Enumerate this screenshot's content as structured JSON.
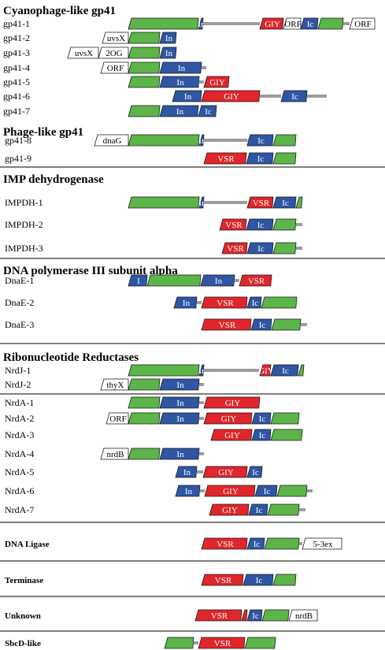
{
  "colors": {
    "green": "#5cb548",
    "blue": "#2e56a4",
    "red": "#e0262b",
    "linker": "#9c9c9c",
    "white": "#ffffff",
    "divider": "#000000"
  },
  "sections": [
    {
      "heading": "Cyanophage-like gp41",
      "rows": [
        {
          "label": "gp41-1",
          "segs": [
            [
              "G",
              ""
            ],
            [
              "B",
              "In"
            ],
            [
              "L",
              ""
            ],
            [
              "R",
              "GIY"
            ],
            [
              "W",
              "ORF"
            ],
            [
              "B",
              "Ic"
            ],
            [
              "G",
              ""
            ],
            [
              "L",
              ""
            ],
            [
              "W",
              "ORF"
            ]
          ]
        },
        {
          "label": "gp41-2",
          "segs": [
            [
              "W",
              "uvsX"
            ],
            [
              "G",
              ""
            ],
            [
              "B",
              "In"
            ]
          ]
        },
        {
          "label": "gp41-3",
          "segs": [
            [
              "W",
              "uvsX"
            ],
            [
              "W",
              "2OG"
            ],
            [
              "G",
              ""
            ],
            [
              "B",
              "In"
            ]
          ]
        },
        {
          "label": "gp41-4",
          "segs": [
            [
              "W",
              "ORF"
            ],
            [
              "G",
              ""
            ],
            [
              "B",
              "In"
            ],
            [
              "L",
              ""
            ]
          ]
        },
        {
          "label": "gp41-5",
          "segs": [
            [
              "G",
              ""
            ],
            [
              "B",
              "In"
            ],
            [
              "L",
              ""
            ],
            [
              "R",
              "GIY"
            ]
          ]
        },
        {
          "label": "gp41-6",
          "segs": [
            [
              "B",
              "In"
            ],
            [
              "R",
              "GIY"
            ],
            [
              "L",
              ""
            ],
            [
              "B",
              "Ic"
            ],
            [
              "L",
              ""
            ]
          ]
        },
        {
          "label": "gp41-7",
          "segs": [
            [
              "G",
              ""
            ],
            [
              "B",
              "In"
            ],
            [
              "B",
              "Ic"
            ]
          ]
        }
      ]
    },
    {
      "heading": "Phage-like gp41",
      "rows": [
        {
          "label": "gp41-8",
          "segs": [
            [
              "W",
              "dnaG"
            ],
            [
              "G",
              ""
            ],
            [
              "B",
              "In"
            ],
            [
              "L",
              ""
            ],
            [
              "R",
              "VSR"
            ],
            [
              "B",
              "Ic"
            ],
            [
              "G",
              ""
            ],
            [
              "L",
              ""
            ]
          ]
        },
        {
          "label": "gp41-9",
          "segs": [
            [
              "R",
              "VSR"
            ],
            [
              "B",
              "Ic"
            ],
            [
              "G",
              ""
            ]
          ]
        }
      ]
    },
    {
      "heading": "IMP dehydrogenase",
      "rows": [
        {
          "label": "IMPDH-1",
          "segs": [
            [
              "G",
              ""
            ],
            [
              "B",
              "In"
            ],
            [
              "L",
              ""
            ],
            [
              "R",
              "VSR"
            ],
            [
              "B",
              "Ic"
            ],
            [
              "G",
              ""
            ],
            [
              "L",
              ""
            ]
          ]
        },
        {
          "label": "IMPDH-2",
          "segs": [
            [
              "R",
              "VSR"
            ],
            [
              "B",
              "Ic"
            ],
            [
              "G",
              ""
            ],
            [
              "L",
              ""
            ]
          ]
        },
        {
          "label": "IMPDH-3",
          "segs": [
            [
              "R",
              "VSR"
            ],
            [
              "B",
              "Ic"
            ],
            [
              "G",
              ""
            ],
            [
              "L",
              ""
            ]
          ]
        }
      ]
    },
    {
      "heading": "DNA polymerase III subunit alpha",
      "rows": [
        {
          "label": "DnaE-1",
          "segs": [
            [
              "B",
              "I"
            ],
            [
              "G",
              ""
            ],
            [
              "B",
              "In"
            ],
            [
              "L",
              ""
            ],
            [
              "R",
              "VSR"
            ]
          ]
        },
        {
          "label": "DnaE-2",
          "segs": [
            [
              "B",
              "In"
            ],
            [
              "L",
              ""
            ],
            [
              "R",
              "VSR"
            ],
            [
              "B",
              "Ic"
            ],
            [
              "G",
              ""
            ]
          ]
        },
        {
          "label": "DnaE-3",
          "segs": [
            [
              "R",
              "VSR"
            ],
            [
              "B",
              "Ic"
            ],
            [
              "G",
              ""
            ],
            [
              "L",
              ""
            ]
          ]
        }
      ]
    },
    {
      "heading": "Ribonucleotide Reductases",
      "rows": [
        {
          "label": "NrdJ-1",
          "segs": [
            [
              "G",
              ""
            ],
            [
              "B",
              "In"
            ],
            [
              "L",
              ""
            ],
            [
              "R",
              "GIY"
            ],
            [
              "B",
              "Ic"
            ],
            [
              "G",
              ""
            ],
            [
              "L",
              ""
            ]
          ]
        },
        {
          "label": "NrdJ-2",
          "segs": [
            [
              "W",
              "thyX"
            ],
            [
              "G",
              ""
            ],
            [
              "B",
              "In"
            ],
            [
              "L",
              ""
            ]
          ]
        }
      ]
    },
    {
      "heading": "",
      "rows": [
        {
          "label": "NrdA-1",
          "segs": [
            [
              "G",
              ""
            ],
            [
              "B",
              "In"
            ],
            [
              "L",
              ""
            ],
            [
              "R",
              "GIY"
            ]
          ]
        },
        {
          "label": "NrdA-2",
          "segs": [
            [
              "W",
              "ORF"
            ],
            [
              "G",
              ""
            ],
            [
              "B",
              "In"
            ],
            [
              "L",
              ""
            ],
            [
              "R",
              "GIY"
            ],
            [
              "B",
              "Ic"
            ],
            [
              "G",
              ""
            ]
          ]
        },
        {
          "label": "NrdA-3",
          "segs": [
            [
              "R",
              "GIY"
            ],
            [
              "B",
              "Ic"
            ],
            [
              "G",
              ""
            ]
          ]
        },
        {
          "label": "NrdA-4",
          "segs": [
            [
              "W",
              "nrdB"
            ],
            [
              "G",
              ""
            ],
            [
              "B",
              "In"
            ],
            [
              "L",
              ""
            ]
          ]
        },
        {
          "label": "NrdA-5",
          "segs": [
            [
              "B",
              "In"
            ],
            [
              "L",
              ""
            ],
            [
              "R",
              "GIY"
            ],
            [
              "B",
              "Ic"
            ]
          ]
        },
        {
          "label": "NrdA-6",
          "segs": [
            [
              "B",
              "In"
            ],
            [
              "L",
              ""
            ],
            [
              "R",
              "GIY"
            ],
            [
              "B",
              "Ic"
            ],
            [
              "G",
              ""
            ],
            [
              "L",
              ""
            ]
          ]
        },
        {
          "label": "NrdA-7",
          "segs": [
            [
              "R",
              "GIY"
            ],
            [
              "B",
              "Ic"
            ],
            [
              "G",
              ""
            ],
            [
              "L",
              ""
            ]
          ]
        }
      ]
    },
    {
      "heading": "",
      "rows": [
        {
          "label": "DNA Ligase",
          "segs": [
            [
              "R",
              "VSR"
            ],
            [
              "B",
              "Ic"
            ],
            [
              "G",
              ""
            ],
            [
              "L",
              ""
            ],
            [
              "W",
              "5-3ex"
            ]
          ]
        }
      ]
    },
    {
      "heading": "",
      "rows": [
        {
          "label": "Terminase",
          "segs": [
            [
              "R",
              "VSR"
            ],
            [
              "B",
              "Ic"
            ],
            [
              "G",
              ""
            ]
          ]
        }
      ]
    },
    {
      "heading": "",
      "rows": [
        {
          "label": "Unknown",
          "segs": [
            [
              "R",
              "VSR"
            ],
            [
              "R",
              ""
            ],
            [
              "B",
              "Ic"
            ],
            [
              "G",
              ""
            ],
            [
              "W",
              "nrdB"
            ]
          ]
        }
      ]
    },
    {
      "heading": "",
      "rows": [
        {
          "label": "SbcD-like",
          "segs": [
            [
              "G",
              ""
            ],
            [
              "L",
              ""
            ],
            [
              "R",
              "VSR"
            ],
            [
              "G",
              ""
            ]
          ]
        }
      ]
    }
  ]
}
